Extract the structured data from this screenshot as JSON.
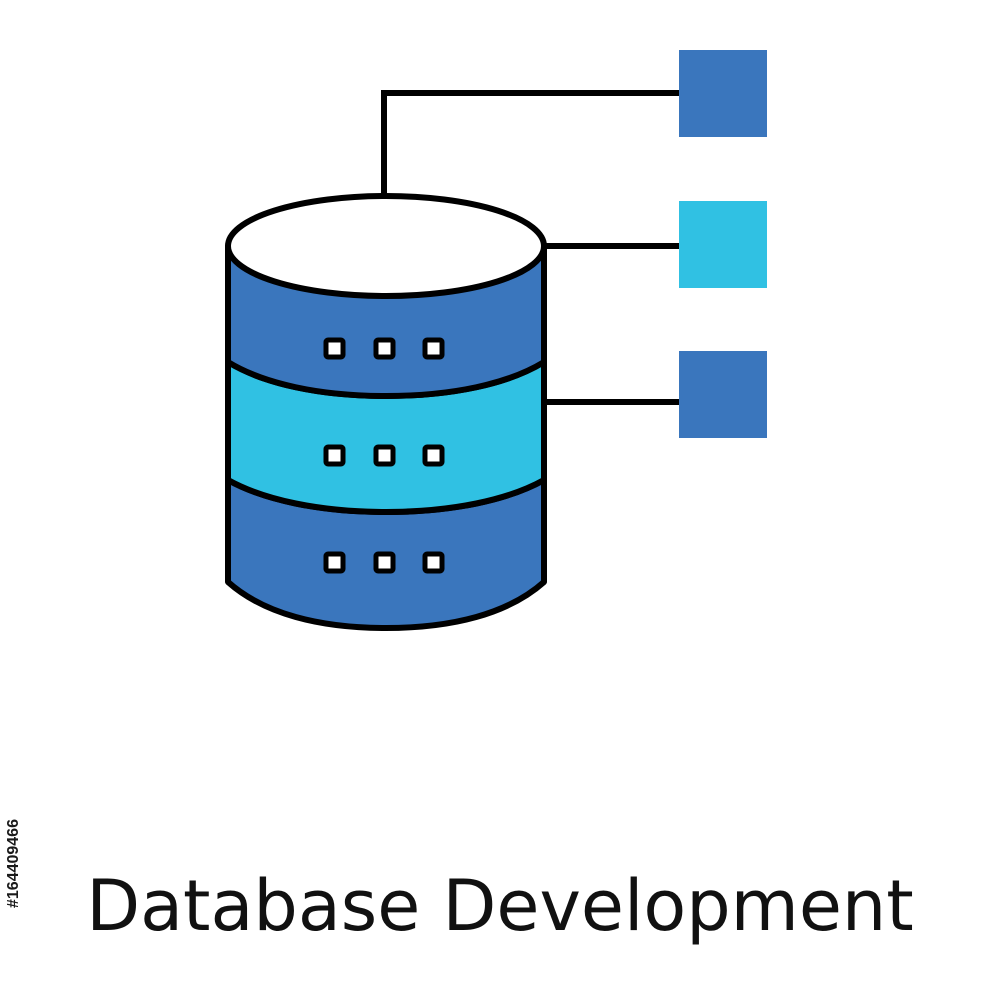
{
  "caption": {
    "text": "Database Development"
  },
  "stock_id": {
    "text": "#164409466"
  },
  "icon": {
    "name": "database-development-icon",
    "colors": {
      "dark_blue": "#3A76BD",
      "light_blue": "#30C1E3",
      "outline": "#000000",
      "top": "#FFFFFF"
    },
    "nodes": [
      "dark_blue",
      "light_blue",
      "dark_blue"
    ]
  }
}
